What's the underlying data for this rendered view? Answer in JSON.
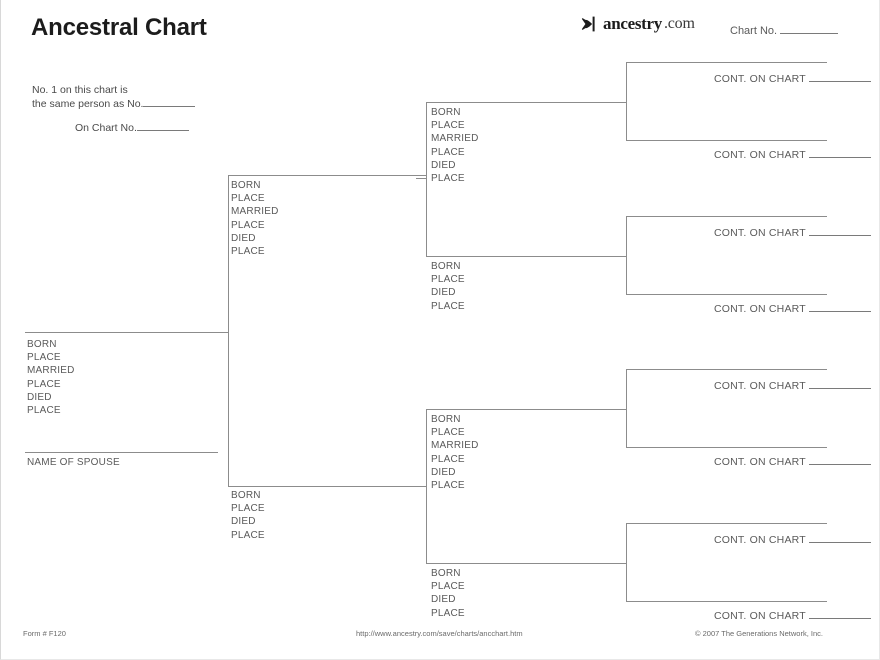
{
  "header": {
    "title": "Ancestral Chart",
    "logo_mark": "ancestry-leaf-icon",
    "logo_word": "ancestry",
    "logo_tld": ".com",
    "chart_no_label": "Chart No."
  },
  "note": {
    "line1": "No. 1 on this chart is",
    "line2": "the same person as No.",
    "line3": "On Chart No."
  },
  "labels": {
    "born": "BORN",
    "place": "PLACE",
    "married": "MARRIED",
    "died": "DIED",
    "spouse": "NAME OF SPOUSE",
    "cont_on_chart": "CONT. ON CHART"
  },
  "generations": {
    "gen1": {
      "fields": [
        "BORN",
        "PLACE",
        "MARRIED",
        "PLACE",
        "DIED",
        "PLACE"
      ],
      "spouse_label": "NAME OF SPOUSE"
    },
    "gen2": [
      {
        "fields": [
          "BORN",
          "PLACE",
          "MARRIED",
          "PLACE",
          "DIED",
          "PLACE"
        ]
      },
      {
        "fields": [
          "BORN",
          "PLACE",
          "DIED",
          "PLACE"
        ]
      }
    ],
    "gen3": [
      {
        "fields": [
          "BORN",
          "PLACE",
          "MARRIED",
          "PLACE",
          "DIED",
          "PLACE"
        ]
      },
      {
        "fields": [
          "BORN",
          "PLACE",
          "DIED",
          "PLACE"
        ]
      },
      {
        "fields": [
          "BORN",
          "PLACE",
          "MARRIED",
          "PLACE",
          "DIED",
          "PLACE"
        ]
      },
      {
        "fields": [
          "BORN",
          "PLACE",
          "DIED",
          "PLACE"
        ]
      }
    ],
    "gen4": [
      {
        "label": "CONT. ON CHART"
      },
      {
        "label": "CONT. ON CHART"
      },
      {
        "label": "CONT. ON CHART"
      },
      {
        "label": "CONT. ON CHART"
      },
      {
        "label": "CONT. ON CHART"
      },
      {
        "label": "CONT. ON CHART"
      },
      {
        "label": "CONT. ON CHART"
      },
      {
        "label": "CONT. ON CHART"
      }
    ]
  },
  "footer": {
    "form": "Form # F120",
    "url": "http://www.ancestry.com/save/charts/ancchart.htm",
    "copyright": "© 2007 The Generations Network, Inc."
  },
  "colors": {
    "line": "#8c8c8c",
    "text": "#5a5a5a",
    "title": "#1c1c1c",
    "background": "#ffffff"
  }
}
